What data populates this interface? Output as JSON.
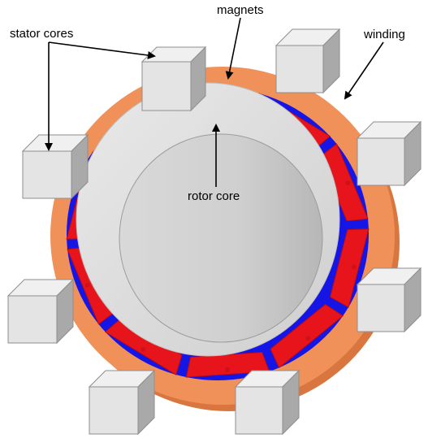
{
  "labels": {
    "stator_cores": "stator cores",
    "magnets": "magnets",
    "winding": "winding",
    "rotor_core": "rotor core"
  },
  "colors": {
    "winding": "#f0915a",
    "winding_dark": "#cf6c37",
    "magnet": "#e8141c",
    "magnet_dark": "#b80d12",
    "spacer": "#1515e6",
    "steel_light": "#e4e4e4",
    "steel_mid": "#c8c8c8",
    "steel_dark": "#a9a9a9"
  }
}
